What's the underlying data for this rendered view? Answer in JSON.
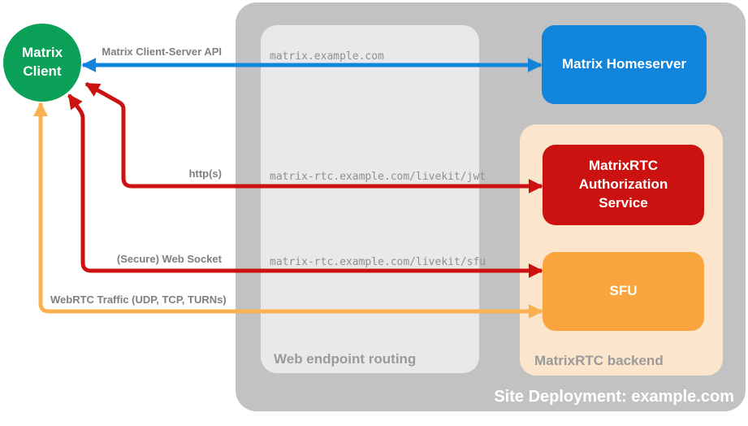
{
  "colors": {
    "blue": "#1184dc",
    "green": "#0aa057",
    "red": "#cc1111",
    "orange": "#f9a43d",
    "orange_arrow": "#fbb051",
    "backend_bg": "#fce5cd",
    "deployment_bg": "#c2c2c2",
    "routing_bg": "#e9e9e9",
    "label_gray": "#9a9a9a",
    "arrow_label_gray": "#7f7f7f",
    "url_gray": "#8f8f8f"
  },
  "containers": {
    "deployment": {
      "label": "Site Deployment: example.com"
    },
    "routing": {
      "label": "Web endpoint routing"
    },
    "backend": {
      "label": "MatrixRTC backend"
    }
  },
  "nodes": {
    "client": {
      "label": "Matrix Client"
    },
    "homeserver": {
      "label": "Matrix Homeserver"
    },
    "auth_service": {
      "label": "MatrixRTC Authorization Service"
    },
    "sfu": {
      "label": "SFU"
    }
  },
  "endpoints": {
    "homeserver_url": "matrix.example.com",
    "jwt_url": "matrix-rtc.example.com/livekit/jwt",
    "sfu_url": "matrix-rtc.example.com/livekit/sfu"
  },
  "connections": {
    "client_server_api": {
      "label": "Matrix Client-Server API"
    },
    "https": {
      "label": "http(s)"
    },
    "websocket": {
      "label": "(Secure) Web Socket"
    },
    "webrtc": {
      "label": "WebRTC Traffic (UDP, TCP, TURNs)"
    }
  }
}
